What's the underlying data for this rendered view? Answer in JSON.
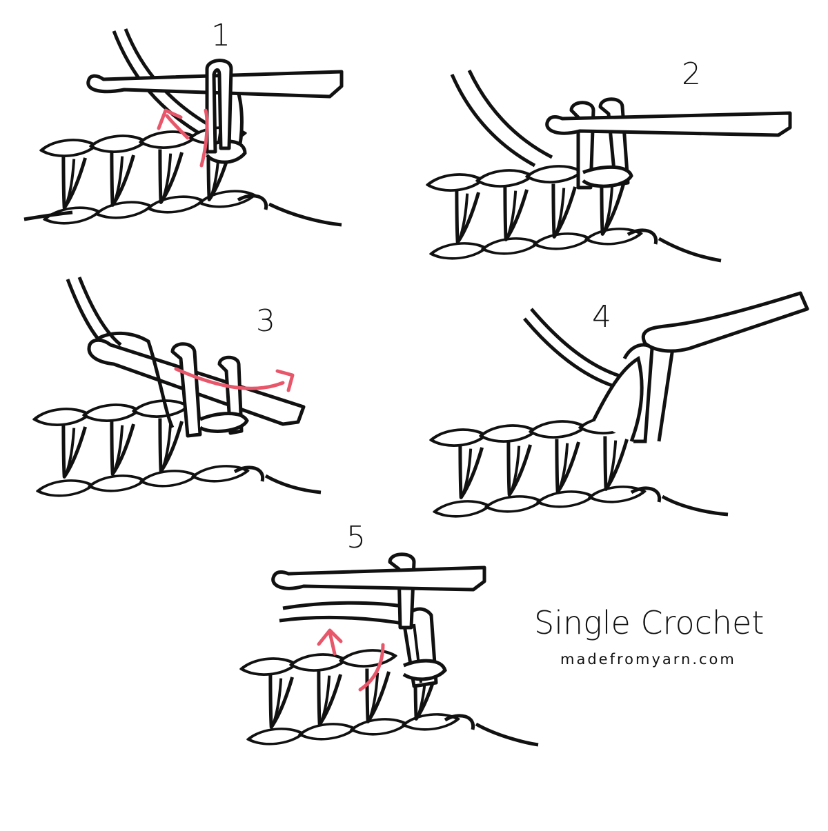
{
  "steps": [
    {
      "number": "1"
    },
    {
      "number": "2"
    },
    {
      "number": "3"
    },
    {
      "number": "4"
    },
    {
      "number": "5"
    }
  ],
  "title": "Single Crochet",
  "website": "madefromyarn.com",
  "colors": {
    "ink": "#111111",
    "arrow": "#e8566a",
    "background": "#ffffff"
  }
}
